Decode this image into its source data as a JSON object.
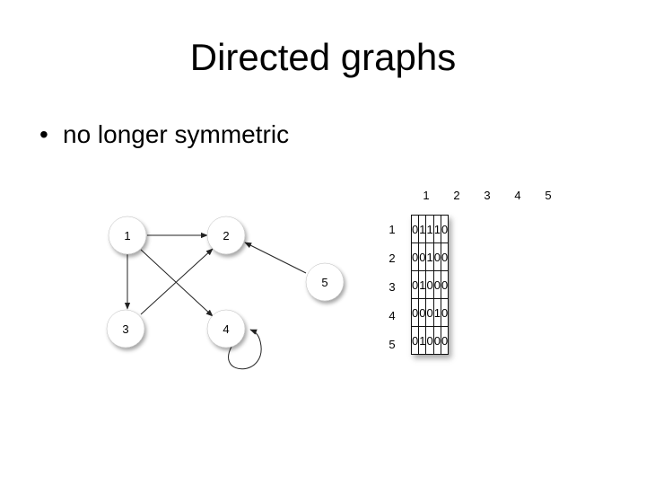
{
  "slide": {
    "title": "Directed graphs",
    "bullet": "no longer symmetric"
  },
  "graph": {
    "nodes": [
      "1",
      "2",
      "3",
      "4",
      "5"
    ],
    "edges": [
      {
        "from": "1",
        "to": "2"
      },
      {
        "from": "1",
        "to": "3"
      },
      {
        "from": "1",
        "to": "4"
      },
      {
        "from": "3",
        "to": "2"
      },
      {
        "from": "5",
        "to": "2"
      },
      {
        "from": "4",
        "to": "4"
      }
    ]
  },
  "matrix": {
    "column_headers": [
      "1",
      "2",
      "3",
      "4",
      "5"
    ],
    "row_headers": [
      "1",
      "2",
      "3",
      "4",
      "5"
    ],
    "rows": [
      [
        "0",
        "1",
        "1",
        "1",
        "0"
      ],
      [
        "0",
        "0",
        "1",
        "0",
        "0"
      ],
      [
        "0",
        "1",
        "0",
        "0",
        "0"
      ],
      [
        "0",
        "0",
        "0",
        "1",
        "0"
      ],
      [
        "0",
        "1",
        "0",
        "0",
        "0"
      ]
    ]
  },
  "colors": {
    "text": "#000000",
    "node_fill": "#ffffff",
    "edge": "#222222"
  }
}
